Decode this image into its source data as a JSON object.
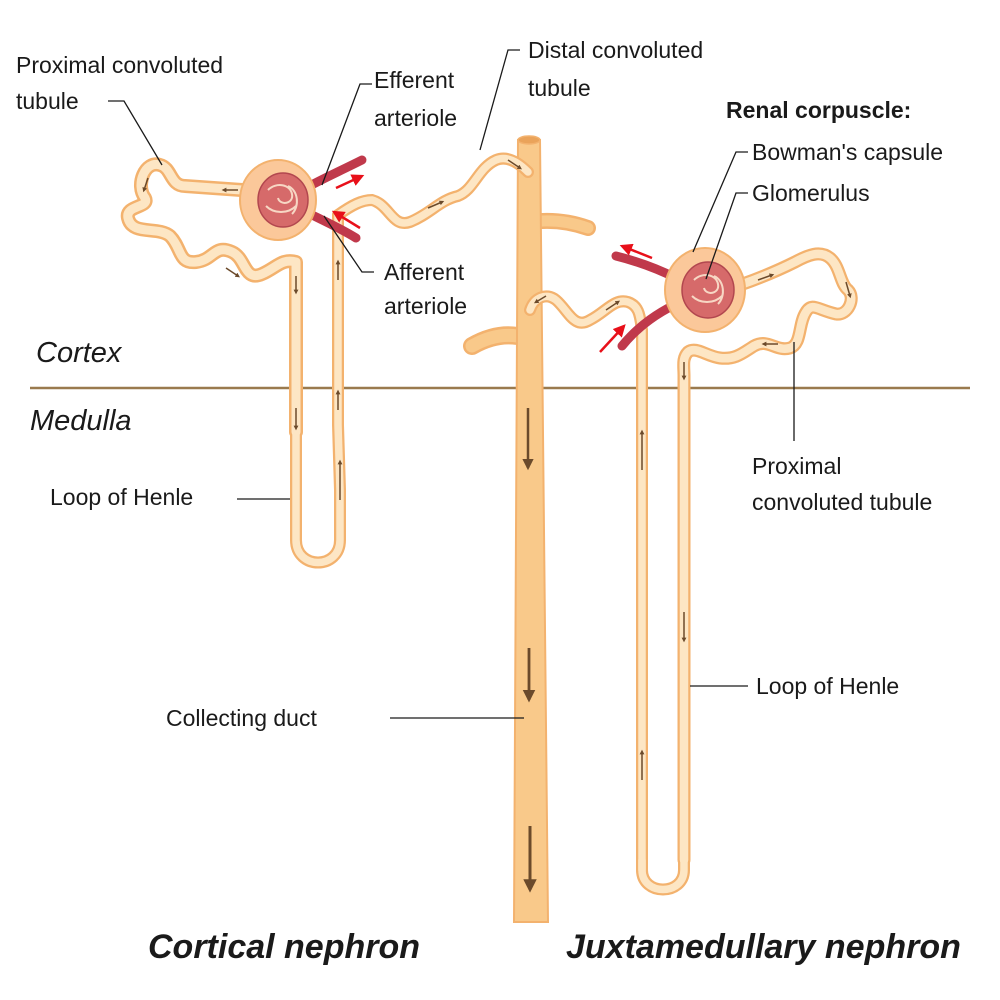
{
  "colors": {
    "tubule_outline": "#f3b26e",
    "tubule_fill": "#fde6c4",
    "duct_fill": "#f9c98a",
    "vessel": "#c0394b",
    "flow_arrow": "#e8101a",
    "inner_arrow": "#6b4a2b",
    "boundary": "#9a7a4e",
    "text": "#1a1a1a"
  },
  "labels": {
    "proximal_tubule_left_line1": "Proximal convoluted",
    "proximal_tubule_left_line2": "tubule",
    "efferent_line1": "Efferent",
    "efferent_line2": "arteriole",
    "afferent_line1": "Afferent",
    "afferent_line2": "arteriole",
    "distal_line1": "Distal convoluted",
    "distal_line2": "tubule",
    "renal_corpuscle": "Renal corpuscle:",
    "bowmans_capsule": "Bowman's capsule",
    "glomerulus": "Glomerulus",
    "proximal_tubule_right_line1": "Proximal",
    "proximal_tubule_right_line2": "convoluted tubule",
    "loop_of_henle_left": "Loop of Henle",
    "loop_of_henle_right": "Loop of Henle",
    "collecting_duct": "Collecting duct"
  },
  "zones": {
    "cortex": "Cortex",
    "medulla": "Medulla"
  },
  "captions": {
    "cortical": "Cortical nephron",
    "juxtamedullary": "Juxtamedullary nephron"
  }
}
